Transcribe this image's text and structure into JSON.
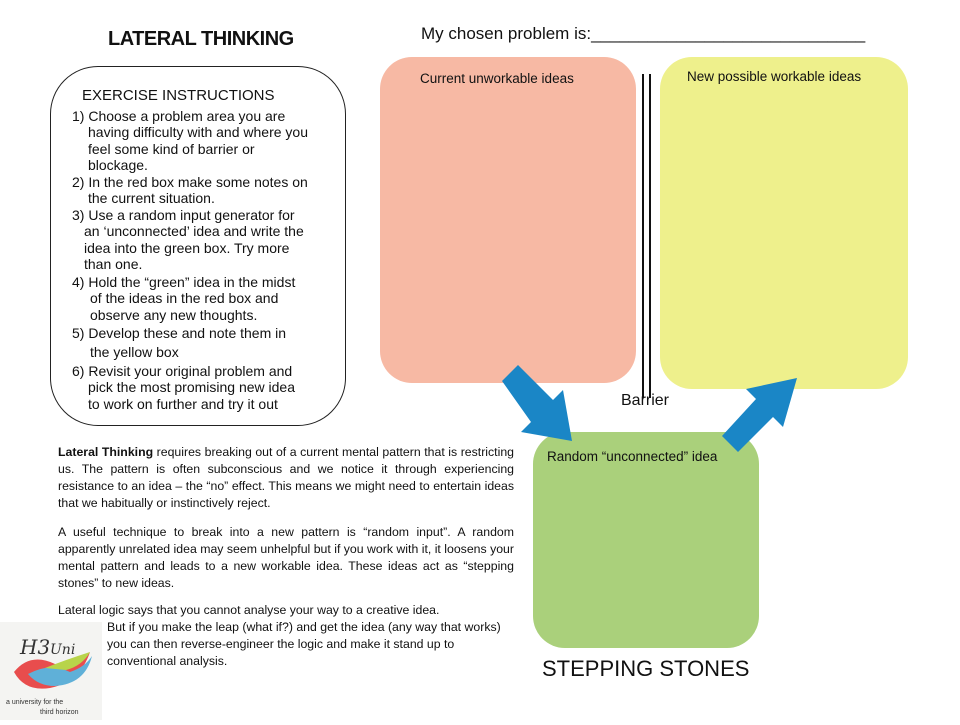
{
  "title": "LATERAL THINKING",
  "problem_prompt": "My chosen problem is:_____________________________",
  "instructions": {
    "heading": "EXERCISE INSTRUCTIONS",
    "items": [
      {
        "lines": [
          "1) Choose a problem area you are",
          "having difficulty with and where you",
          "feel some kind of barrier or",
          "blockage."
        ]
      },
      {
        "lines": [
          "2) In the red box make some notes on",
          "the current situation."
        ]
      },
      {
        "lines": [
          "3) Use a random input generator for",
          "an ‘unconnected’ idea and write the",
          "idea into the green box. Try more",
          "than one."
        ]
      },
      {
        "lines": [
          "4) Hold the “green” idea in the midst",
          "of the ideas in the red box and",
          "observe any new thoughts."
        ]
      },
      {
        "lines": [
          "5) Develop these and note them in",
          "the yellow box"
        ]
      },
      {
        "lines": [
          "6) Revisit your original problem and",
          "pick the most promising new idea",
          "to work on further and try it out"
        ]
      }
    ]
  },
  "boxes": {
    "red_label": "Current unworkable ideas",
    "yellow_label": "New possible workable ideas",
    "green_label": "Random “unconnected” idea",
    "barrier_label": "Barrier",
    "stepping_stones": "STEPPING STONES",
    "colors": {
      "red": "#f7b9a4",
      "yellow": "#eef08c",
      "green": "#aad07b",
      "arrow": "#1a86c6"
    }
  },
  "body": {
    "p1_bold": "Lateral Thinking",
    "p1_rest": "  requires breaking out of a current mental pattern that is restricting us. The pattern is often subconscious and we notice it through experiencing resistance to an idea – the “no” effect. This means we might need to entertain ideas that we habitually or instinctively reject.",
    "p2": "A useful technique to break into a new pattern is “random input”. A random apparently unrelated idea may seem unhelpful but if you work with it, it loosens your mental pattern and leads to a new workable idea. These ideas act as  “stepping stones” to new ideas.",
    "p3_line1": "Lateral logic says that you cannot analyse your way to a creative idea.",
    "p3_rest": "But if you make the leap (what if?) and get the idea (any way that works) you can then reverse-engineer the logic and make it stand up to conventional analysis."
  },
  "logo": {
    "mark": "H3Uni",
    "tagline_1": "a university for the",
    "tagline_2": "third horizon"
  }
}
